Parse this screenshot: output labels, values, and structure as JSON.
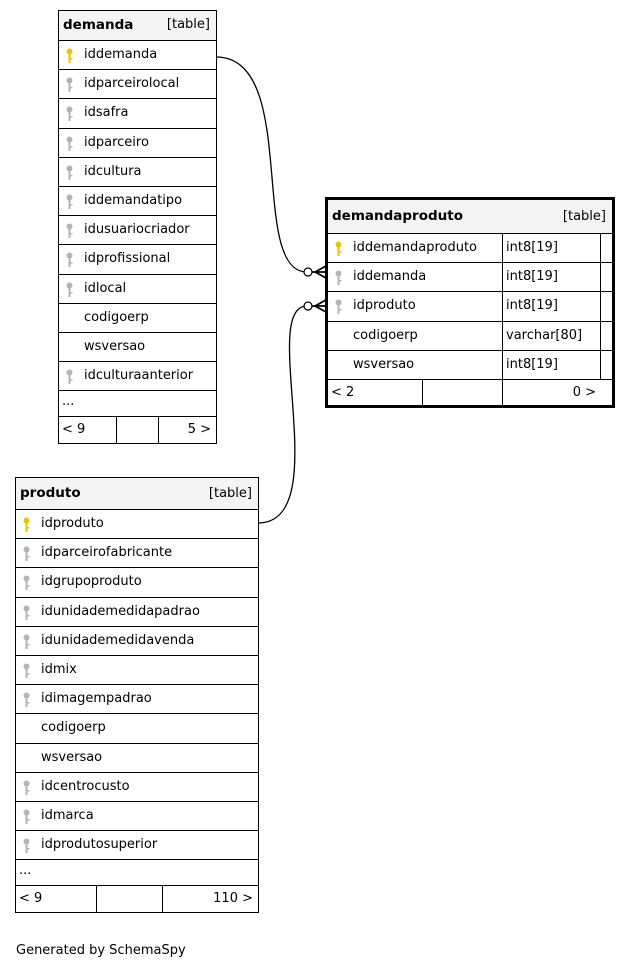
{
  "tables": {
    "demanda": {
      "name": "demanda",
      "kind": "[table]",
      "columns": [
        {
          "name": "iddemanda",
          "key": "primary"
        },
        {
          "name": "idparceirolocal",
          "key": "foreign"
        },
        {
          "name": "idsafra",
          "key": "foreign"
        },
        {
          "name": "idparceiro",
          "key": "foreign"
        },
        {
          "name": "idcultura",
          "key": "foreign"
        },
        {
          "name": "iddemandatipo",
          "key": "foreign"
        },
        {
          "name": "idusuariocriador",
          "key": "foreign"
        },
        {
          "name": "idprofissional",
          "key": "foreign"
        },
        {
          "name": "idlocal",
          "key": "foreign"
        },
        {
          "name": "codigoerp",
          "key": "none"
        },
        {
          "name": "wsversao",
          "key": "none"
        },
        {
          "name": "idculturaanterior",
          "key": "foreign"
        }
      ],
      "more": "...",
      "footer": {
        "parents": "< 9",
        "children": "5 >"
      }
    },
    "demandaproduto": {
      "name": "demandaproduto",
      "kind": "[table]",
      "columns": [
        {
          "name": "iddemandaproduto",
          "type": "int8[19]",
          "key": "primary"
        },
        {
          "name": "iddemanda",
          "type": "int8[19]",
          "key": "foreign"
        },
        {
          "name": "idproduto",
          "type": "int8[19]",
          "key": "foreign"
        },
        {
          "name": "codigoerp",
          "type": "varchar[80]",
          "key": "none"
        },
        {
          "name": "wsversao",
          "type": "int8[19]",
          "key": "none"
        }
      ],
      "footer": {
        "parents": "< 2",
        "children": "0 >"
      }
    },
    "produto": {
      "name": "produto",
      "kind": "[table]",
      "columns": [
        {
          "name": "idproduto",
          "key": "primary"
        },
        {
          "name": "idparceirofabricante",
          "key": "foreign"
        },
        {
          "name": "idgrupoproduto",
          "key": "foreign"
        },
        {
          "name": "idunidademedidapadrao",
          "key": "foreign"
        },
        {
          "name": "idunidademedidavenda",
          "key": "foreign"
        },
        {
          "name": "idmix",
          "key": "foreign"
        },
        {
          "name": "idimagempadrao",
          "key": "foreign"
        },
        {
          "name": "codigoerp",
          "key": "none"
        },
        {
          "name": "wsversao",
          "key": "none"
        },
        {
          "name": "idcentrocusto",
          "key": "foreign"
        },
        {
          "name": "idmarca",
          "key": "foreign"
        },
        {
          "name": "idprodutosuperior",
          "key": "foreign"
        }
      ],
      "more": "...",
      "footer": {
        "parents": "< 9",
        "children": "110 >"
      }
    }
  },
  "relationships": [
    {
      "from": "demanda.iddemanda",
      "to": "demandaproduto.iddemanda"
    },
    {
      "from": "produto.idproduto",
      "to": "demandaproduto.idproduto"
    }
  ],
  "colors": {
    "primary_key": "#e6c800",
    "foreign_key": "#b4b4b4",
    "header": "#f4f4f4"
  },
  "footer_note": "Generated by SchemaSpy"
}
